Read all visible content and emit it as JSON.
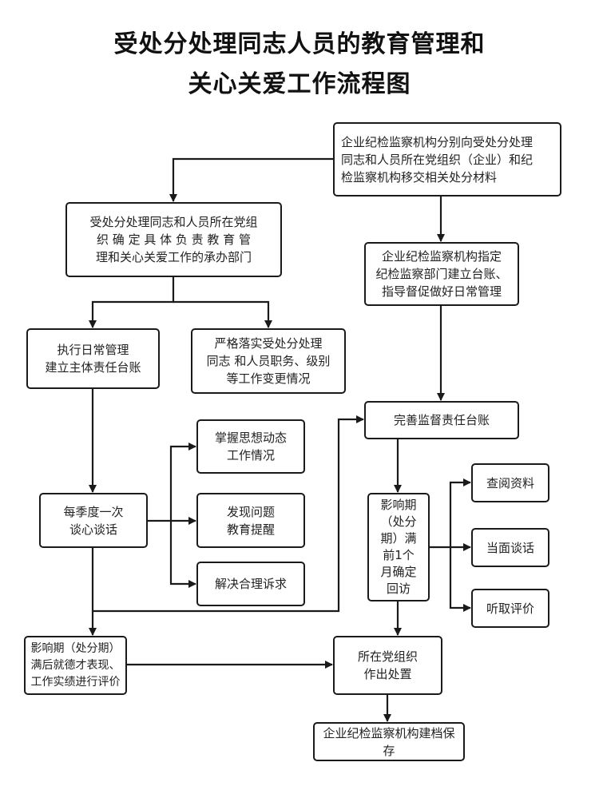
{
  "title": {
    "line1": "受处分处理同志人员的教育管理和",
    "line2": "关心关爱工作流程图"
  },
  "nodes": {
    "transfer_materials": [
      "企业纪检监察机构分别向受处分处理",
      "同志和人员所在党组织（企业）和纪",
      "检监察机构移交相关处分材料"
    ],
    "party_org_assign": [
      "受处分处理同志和人员所在党组",
      "织 确 定 具 体 负 责 教 育 管",
      "理和关心关爱工作的承办部门"
    ],
    "discipline_designate": [
      "企业纪检监察机构指定",
      "纪检监察部门建立台账、",
      "指导督促做好日常管理"
    ],
    "daily_management": [
      "执行日常管理",
      "建立主体责任台账"
    ],
    "implement_changes": [
      "严格落实受处分处理",
      "同志 和人员职务、级别",
      "等工作变更情况"
    ],
    "improve_ledger": [
      "完善监督责任台账"
    ],
    "quarterly_talk": [
      "每季度一次",
      "谈心谈话"
    ],
    "grasp_thoughts": [
      "掌握思想动态",
      "工作情况"
    ],
    "find_problems": [
      "发现问题",
      "教育提醒"
    ],
    "solve_demands": [
      "解决合理诉求"
    ],
    "revisit": [
      "影响期",
      "（处分",
      "期）满",
      "前1个",
      "月确定",
      "回访"
    ],
    "check_materials": [
      "查阅资料"
    ],
    "face_talk": [
      "当面谈话"
    ],
    "hear_evaluation": [
      "听取评价"
    ],
    "evaluate_after": [
      "影响期（处分期）",
      "满后就德才表现、",
      "工作实绩进行评价"
    ],
    "party_disposal": [
      "所在党组织",
      "作出处置"
    ],
    "archive": [
      "企业纪检监察机构建档保存"
    ]
  }
}
